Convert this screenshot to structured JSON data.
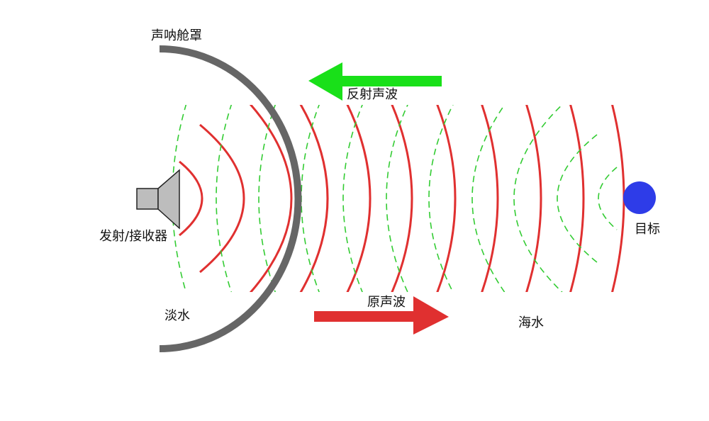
{
  "labels": {
    "dome": "声呐舱罩",
    "reflected_wave": "反射声波",
    "transducer": "发射/接收器",
    "target": "目标",
    "fresh_water": "淡水",
    "original_wave": "原声波",
    "sea_water": "海水"
  },
  "colors": {
    "dome": "#666666",
    "outgoing_wave": "#e03030",
    "reflected_wave": "#33cc33",
    "reflected_arrow": "#19e019",
    "original_arrow": "#e03030",
    "target": "#2e3ce8",
    "transducer_fill": "#bdbdbd",
    "transducer_stroke": "#222222"
  },
  "icons": {
    "transducer": "speaker-icon",
    "target": "target-sphere-icon",
    "reflected_arrow": "arrow-left-icon",
    "original_arrow": "arrow-right-icon"
  }
}
